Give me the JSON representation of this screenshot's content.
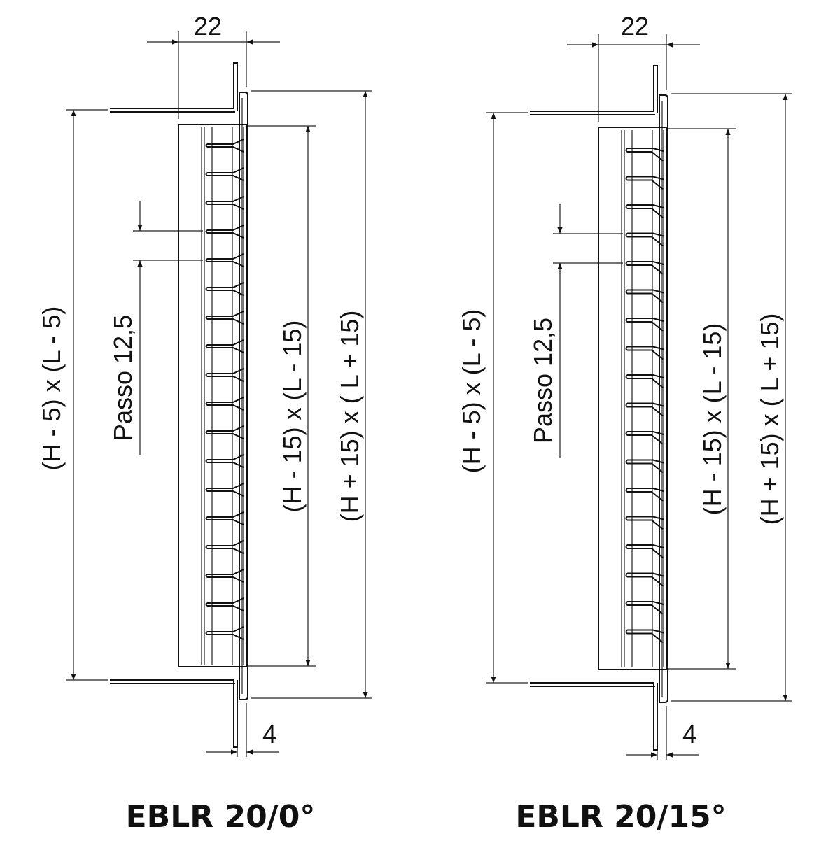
{
  "drawings": [
    {
      "title": "EBLR 20/0°",
      "louver_angle": 0,
      "depth_label": "22",
      "flange_label": "4",
      "pitch_label": "Passo 12,5",
      "outer_label": "(H - 5) x (L - 5)",
      "inner_label": "(H - 15) x (L - 15)",
      "overall_label": "(H + 15) x ( L + 15)"
    },
    {
      "title": "EBLR 20/15°",
      "louver_angle": 15,
      "depth_label": "22",
      "flange_label": "4",
      "pitch_label": "Passo 12,5",
      "outer_label": "(H - 5) x (L - 5)",
      "inner_label": "(H - 15) x (L - 15)",
      "overall_label": "(H + 15) x ( L + 15)"
    }
  ],
  "colors": {
    "line": "#222222",
    "background": "#ffffff"
  }
}
